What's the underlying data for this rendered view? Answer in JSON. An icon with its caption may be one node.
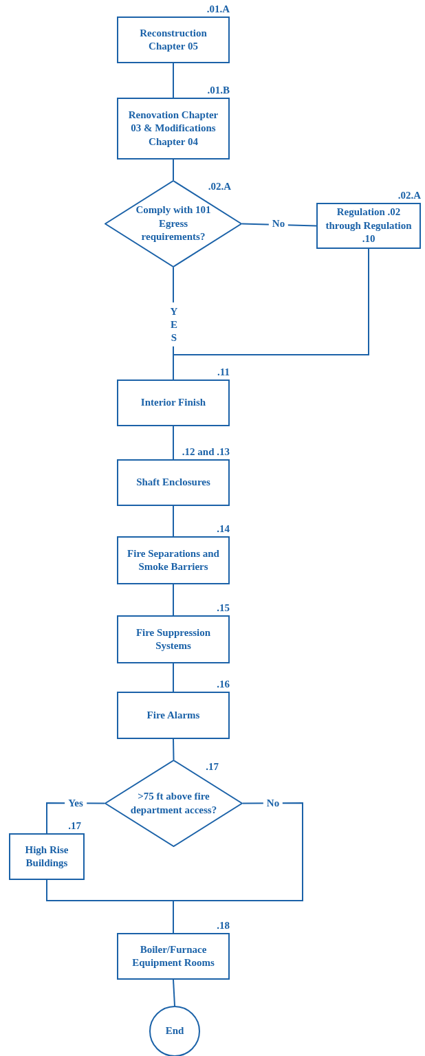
{
  "diagram": {
    "nodes": [
      {
        "text": [
          "Reconstruction Chapter 05"
        ],
        "beside": [
          ".01.A"
        ]
      },
      {
        "text": [
          "Renovation Chapter 03 & Modifications Chapter 04"
        ],
        "beside": [
          ".01.B"
        ]
      },
      {
        "text": [
          "Comply with 101 Egress requirements?"
        ],
        "beside": [
          ".02.A"
        ]
      },
      {
        "text": [
          "Regulation .02 through Regulation .10"
        ],
        "beside": [
          ".02.A"
        ]
      },
      {
        "text": [
          "Interior Finish"
        ],
        "beside": [
          ".11"
        ]
      },
      {
        "text": [
          "Shaft Enclosures"
        ],
        "beside": [
          ".12 and .13"
        ]
      },
      {
        "text": [
          "Fire Separations and Smoke Barriers"
        ],
        "beside": [
          ".14"
        ]
      },
      {
        "text": [
          "Fire Suppression Systems"
        ],
        "beside": [
          ".15"
        ]
      },
      {
        "text": [
          "Fire Alarms"
        ],
        "beside": [
          ".16"
        ]
      },
      {
        "text": [
          ">75 ft above fire department access?"
        ],
        "beside": [
          ".17"
        ]
      },
      {
        "text": [
          "High Rise Buildings"
        ],
        "beside": [
          ".17"
        ]
      },
      {
        "text": [
          "Boiler/Furnace Equipment Rooms"
        ],
        "beside": [
          ".18"
        ]
      },
      {
        "text": [
          "End"
        ]
      }
    ],
    "edges": [
      {
        "from": 0,
        "to": 1,
        "arrow": "none"
      },
      {
        "from": 1,
        "to": 2,
        "arrow": "none"
      },
      {
        "from": 2,
        "to": 3,
        "arrow": "none",
        "label": "No"
      },
      {
        "from": 2,
        "to": 4,
        "arrow": "none",
        "label": "YES"
      },
      {
        "from": 3,
        "to": 4,
        "arrow": "none"
      },
      {
        "from": 4,
        "to": 5,
        "arrow": "none"
      },
      {
        "from": 5,
        "to": 6,
        "arrow": "none"
      },
      {
        "from": 6,
        "to": 7,
        "arrow": "none"
      },
      {
        "from": 7,
        "to": 8,
        "arrow": "none"
      },
      {
        "from": 8,
        "to": 9,
        "arrow": "none"
      },
      {
        "from": 9,
        "to": 10,
        "arrow": "none",
        "label": "Yes"
      },
      {
        "from": 9,
        "to": 11,
        "arrow": "none",
        "label": "No"
      },
      {
        "from": 10,
        "to": 11,
        "arrow": "none"
      },
      {
        "from": 11,
        "to": 12,
        "arrow": "none"
      }
    ]
  }
}
